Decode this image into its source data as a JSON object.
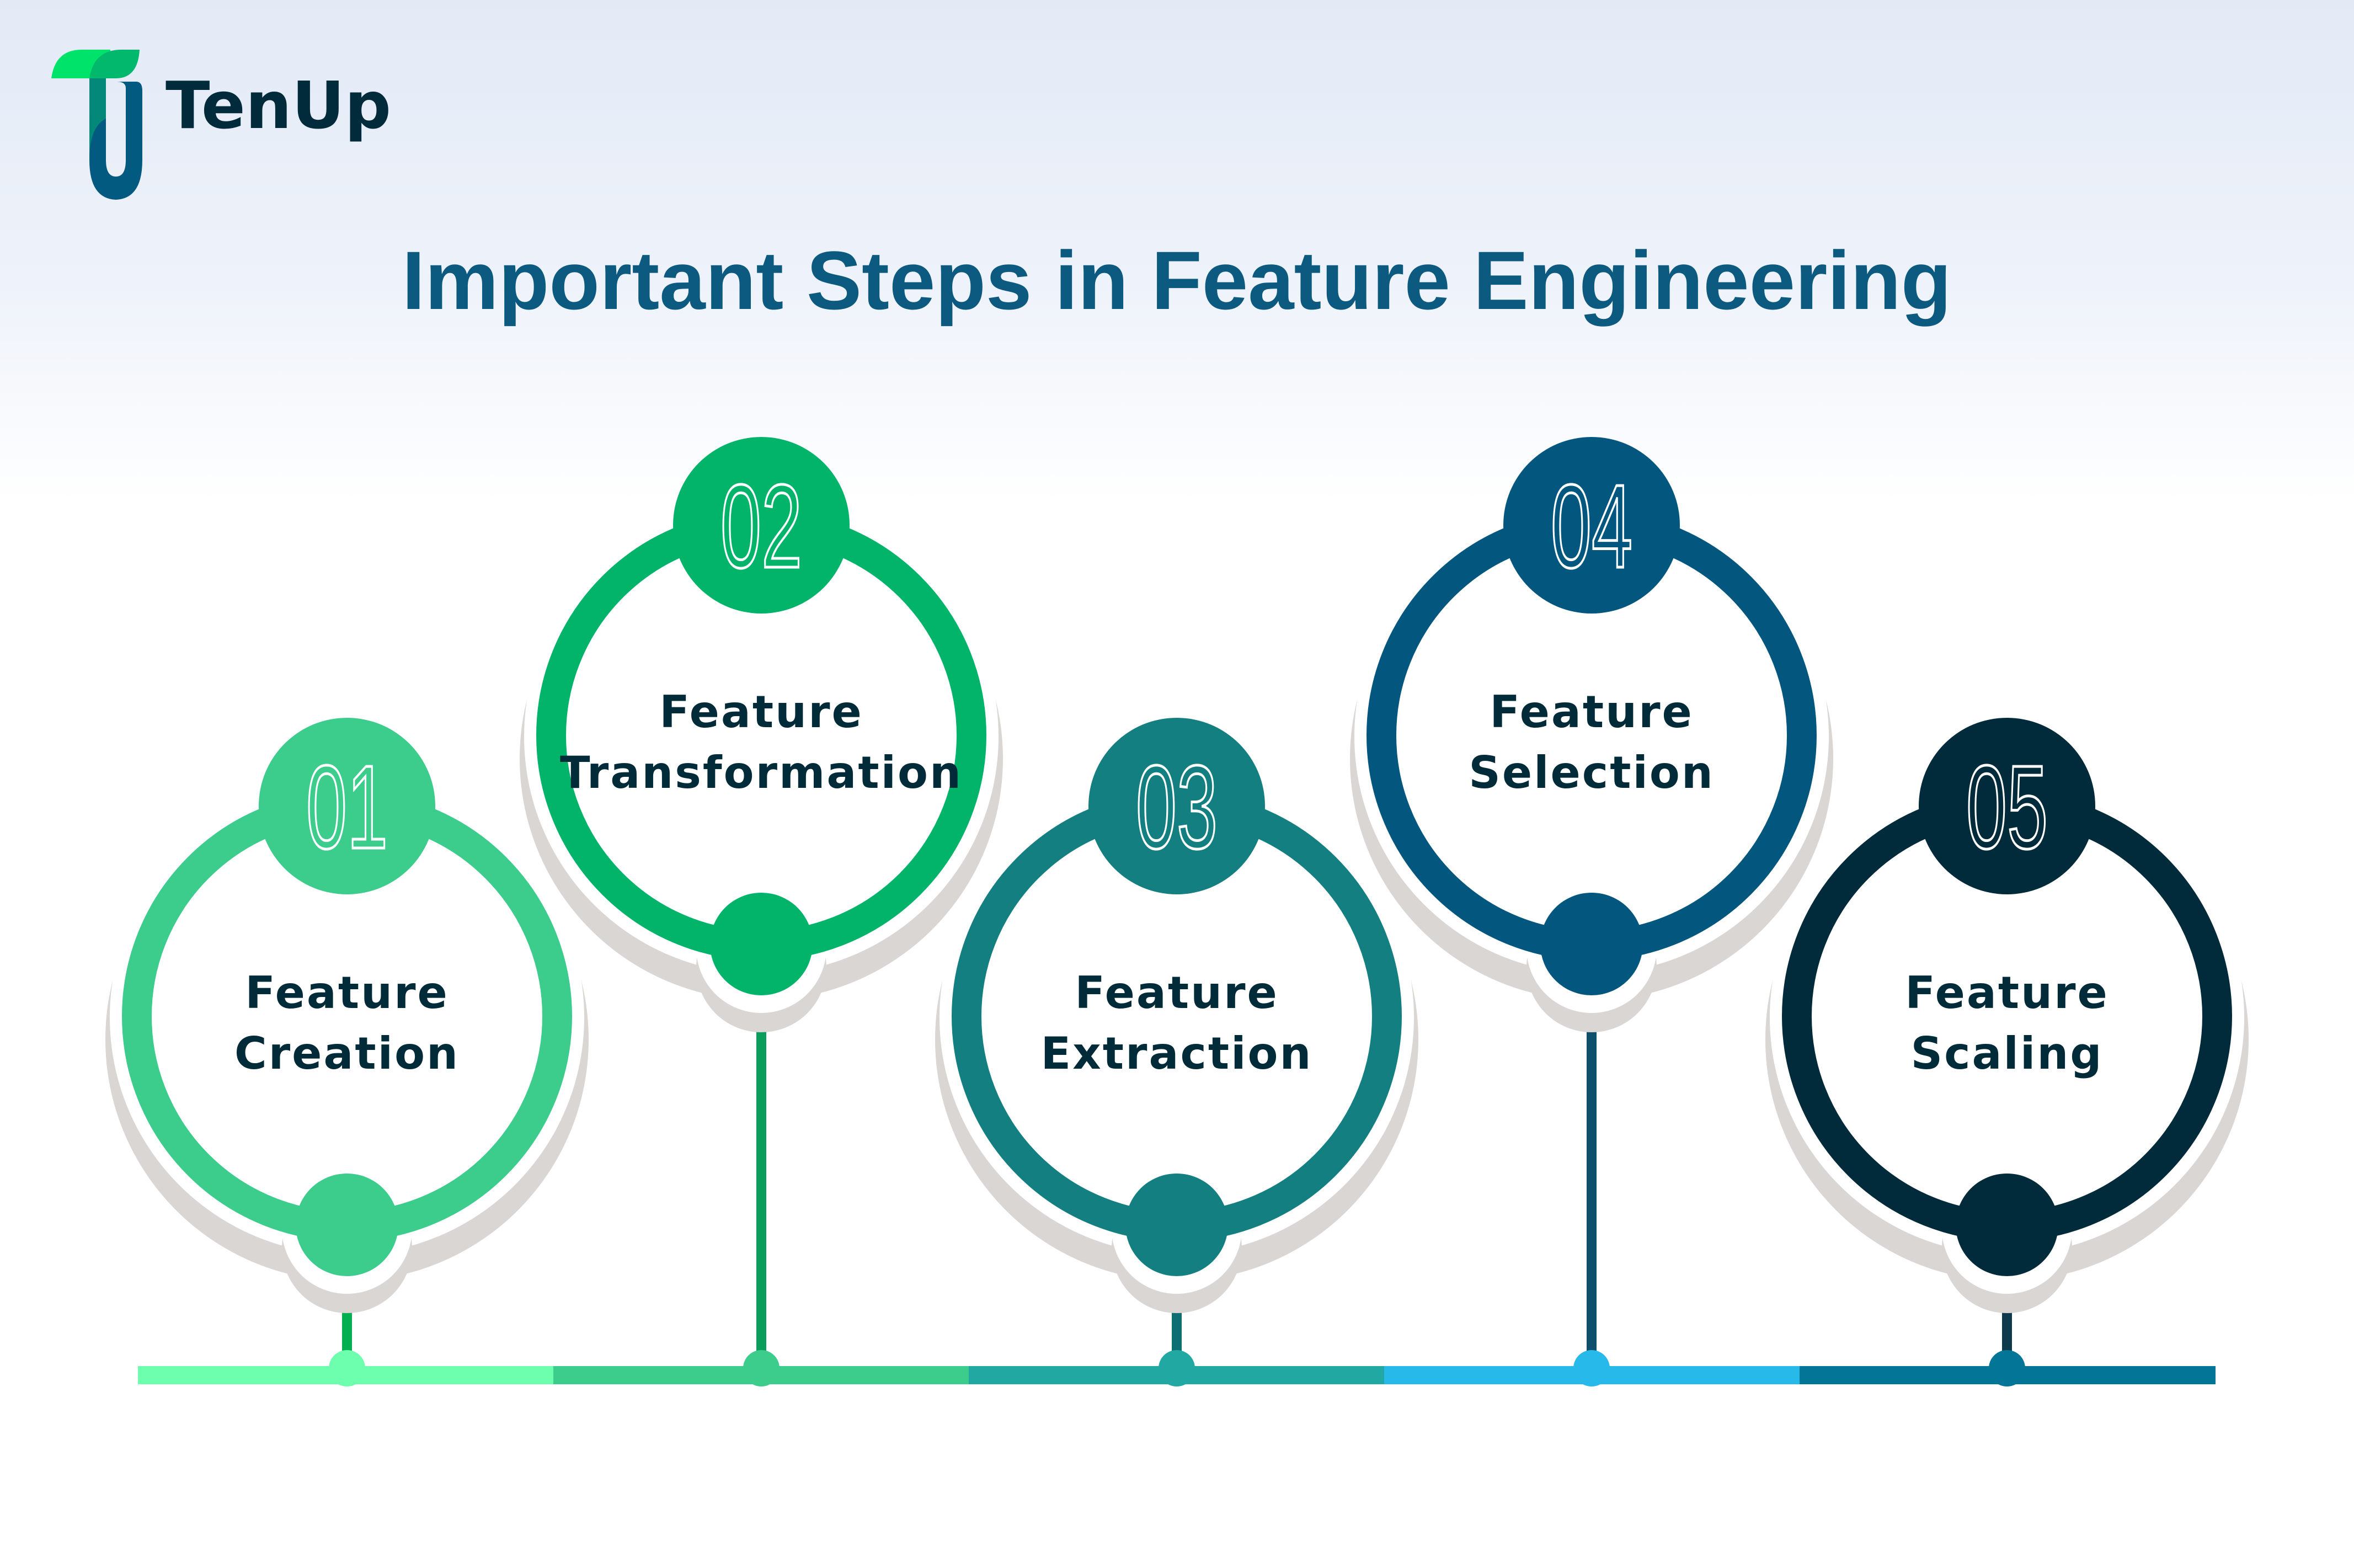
{
  "brand": {
    "name": "TenUp"
  },
  "title": "Important Steps in Feature Engineering",
  "steps": [
    {
      "number": "01",
      "line1": "Feature",
      "line2": "Creation",
      "color": "#3ccc8c",
      "bar_color": "#6dffae"
    },
    {
      "number": "02",
      "line1": "Feature",
      "line2": "Transformation",
      "color": "#02b46a",
      "bar_color": "#3ccc8c"
    },
    {
      "number": "03",
      "line1": "Feature",
      "line2": "Extraction",
      "color": "#137f80",
      "bar_color": "#22a8a2"
    },
    {
      "number": "04",
      "line1": "Feature",
      "line2": "Selection",
      "color": "#03577f",
      "bar_color": "#27b9ea"
    },
    {
      "number": "05",
      "line1": "Feature",
      "line2": "Scaling",
      "color": "#012a3a",
      "bar_color": "#037596"
    }
  ]
}
